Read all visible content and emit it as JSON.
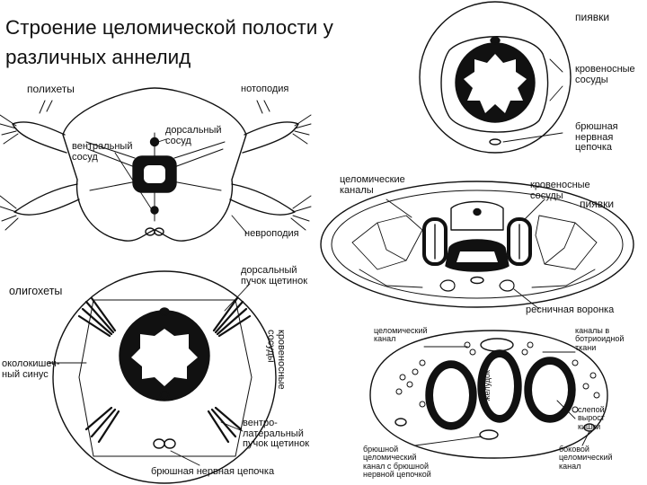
{
  "title": "Строение целомической полости у различных аннелид",
  "panels": {
    "polychaetes": {
      "name": "полихеты",
      "notopodia": "нотоподия",
      "dorsal_vessel": "дорсальный\nсосуд",
      "ventral_vessel": "вентральный\nсосуд",
      "neuropodia": "невроподия"
    },
    "leeches_top": {
      "name": "пиявки",
      "blood_vessels": "кровеносные\nсосуды",
      "ventral_nerve_cord": "брюшная\nнервная\nцепочка"
    },
    "leeches_middle": {
      "name": "пиявки",
      "coelomic_canals": "целомические\nканалы",
      "blood_vessels": "кровеносные\nсосуды",
      "ciliated_funnel": "ресничная воронка"
    },
    "oligochaetes": {
      "name": "олигохеты",
      "dorsal_setae": "дорсальный\nпучок щетинок",
      "blood_vessels": "кровеносные\nсосуды",
      "perivisceral_sinus": "околокишеч-\nный синус",
      "ventrolateral_setae": "вентро-\nлатеральный\nпучок щетинок",
      "ventral_nerve_cord": "брюшная нервная цепочка"
    },
    "leeches_bottom": {
      "coelomic_canal": "целомический\nканал",
      "botryoidal_canals": "каналы в\nботриоидной\nткани",
      "stomach": "желудок",
      "blind_outgrowth": "слепой\nвырост\nкишки",
      "ventral_coelomic_canal": "брюшной\nцеломический\nканал с брюшной\nнервной цепочкой",
      "lateral_coelomic_canal": "боковой\nцеломический\nканал"
    }
  },
  "colors": {
    "ink": "#111111",
    "background": "#ffffff"
  }
}
